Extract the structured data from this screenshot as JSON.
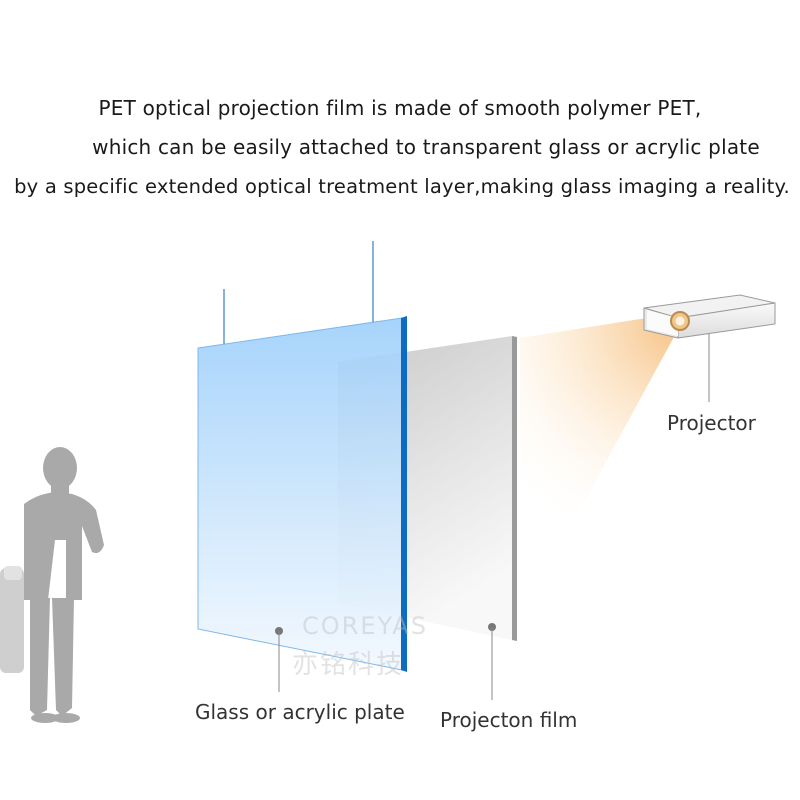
{
  "headline": {
    "line1": "PET optical projection film is made of smooth polymer PET,",
    "line2": "which can be easily attached to transparent glass or acrylic plate",
    "line3": "by a specific extended optical treatment layer,making glass imaging a reality."
  },
  "labels": {
    "projector": "Projector",
    "glass": "Glass or acrylic plate",
    "film": "Projecton film"
  },
  "watermark": {
    "latin": "COREYAS",
    "cjk": "亦铭科技"
  },
  "icons": [
    "person-silhouette",
    "projector-icon",
    "glass-plate",
    "projection-film"
  ],
  "colors": {
    "glass_top": "#9dcffb",
    "glass_edge": "#0d6bc2",
    "film_edge": "#9a9a9a",
    "beam": "#f7c98a",
    "silhouette": "#a9a9a9"
  }
}
